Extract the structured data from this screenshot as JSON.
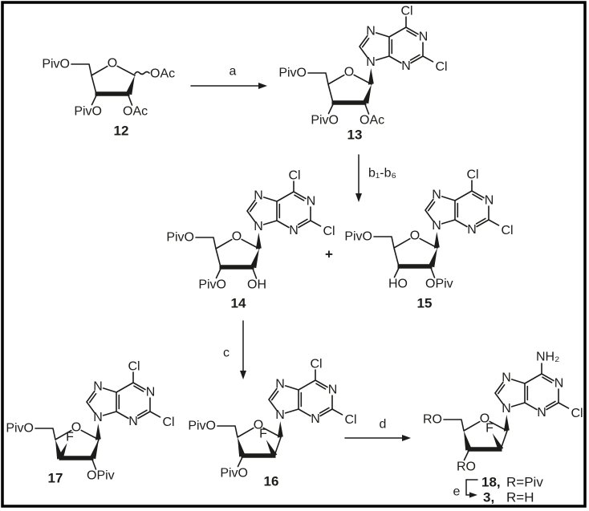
{
  "figure": {
    "kind": "chemical reaction scheme",
    "background": "#ffffff",
    "border_color": "#000000",
    "ink_color": "#1c1c1a"
  },
  "atoms": {
    "N": "N",
    "O": "O",
    "Cl": "Cl",
    "F": "F"
  },
  "groups": {
    "PivO": "PivO",
    "OPiv": "OPiv",
    "OAc": "OAc",
    "OH": "OH",
    "HO": "HO",
    "RO": "RO",
    "NH2": "NH₂"
  },
  "compounds": {
    "c12": "12",
    "c13": "13",
    "c14": "14",
    "c15": "15",
    "c16": "16",
    "c17": "17"
  },
  "steps": {
    "a": "a",
    "b": "b₁-b₆",
    "c": "c",
    "d": "d",
    "e": "e"
  },
  "plus": "+",
  "assignments": {
    "line18": {
      "num": "18,",
      "r": "R=Piv"
    },
    "line3": {
      "num": "3,",
      "r": "R=H"
    }
  }
}
